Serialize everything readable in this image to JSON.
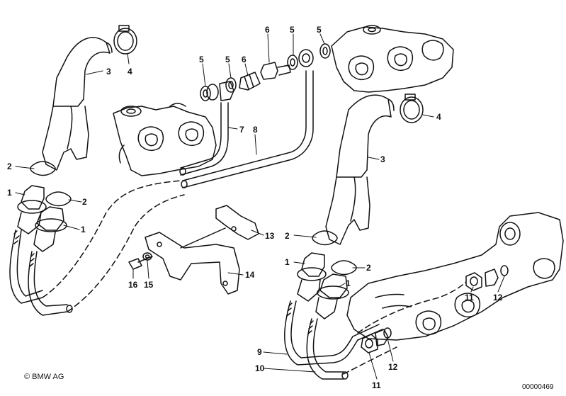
{
  "diagram": {
    "callouts": [
      {
        "id": "c3a",
        "text": "3"
      },
      {
        "id": "c4a",
        "text": "4"
      },
      {
        "id": "c2a",
        "text": "2"
      },
      {
        "id": "c1a",
        "text": "1"
      },
      {
        "id": "c2b",
        "text": "2"
      },
      {
        "id": "c1b",
        "text": "1"
      },
      {
        "id": "c5a",
        "text": "5"
      },
      {
        "id": "c5b",
        "text": "5"
      },
      {
        "id": "c6a",
        "text": "6"
      },
      {
        "id": "c6b",
        "text": "6"
      },
      {
        "id": "c5c",
        "text": "5"
      },
      {
        "id": "c5d",
        "text": "5"
      },
      {
        "id": "c7",
        "text": "7"
      },
      {
        "id": "c8",
        "text": "8"
      },
      {
        "id": "c4b",
        "text": "4"
      },
      {
        "id": "c3b",
        "text": "3"
      },
      {
        "id": "c13",
        "text": "13"
      },
      {
        "id": "c2c",
        "text": "2"
      },
      {
        "id": "c1c",
        "text": "1"
      },
      {
        "id": "c2d",
        "text": "2"
      },
      {
        "id": "c1d",
        "text": "1"
      },
      {
        "id": "c14",
        "text": "14"
      },
      {
        "id": "c16",
        "text": "16"
      },
      {
        "id": "c15",
        "text": "15"
      },
      {
        "id": "c11a",
        "text": "11"
      },
      {
        "id": "c12a",
        "text": "12"
      },
      {
        "id": "c9",
        "text": "9"
      },
      {
        "id": "c10",
        "text": "10"
      },
      {
        "id": "c11b",
        "text": "11"
      },
      {
        "id": "c12b",
        "text": "12"
      }
    ]
  },
  "footer": {
    "copyright": "© BMW AG",
    "doc_number": "00000469"
  }
}
